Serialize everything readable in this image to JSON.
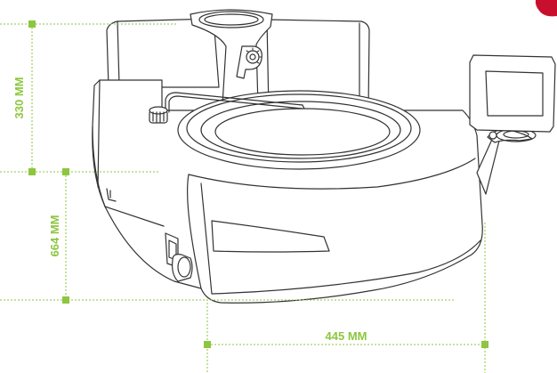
{
  "dimensions": {
    "height_upper": "330 MM",
    "height_lower": "664 MM",
    "width": "445 MM"
  },
  "colors": {
    "dimension": "#8dc63f",
    "outline": "#333333",
    "accent": "#c8102e",
    "background": "#ffffff"
  }
}
